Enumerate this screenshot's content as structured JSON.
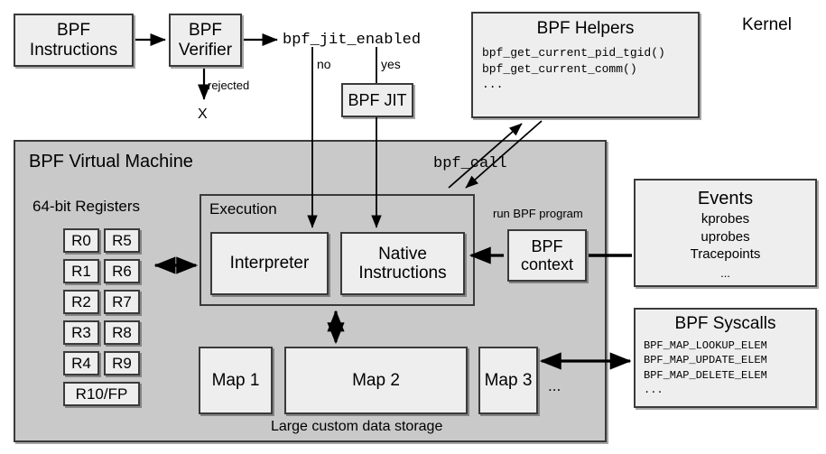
{
  "diagram": {
    "title_right": "Kernel",
    "nodes": {
      "bpf_instructions": "BPF\nInstructions",
      "bpf_verifier": "BPF\nVerifier",
      "bpf_jit_enabled": "bpf_jit_enabled",
      "bpf_jit": "BPF JIT",
      "rejected": "rejected",
      "rejected_mark": "X",
      "branch_no": "no",
      "branch_yes": "yes",
      "bpf_helpers_title": "BPF Helpers",
      "bpf_helpers_items": [
        "bpf_get_current_pid_tgid()",
        "bpf_get_current_comm()",
        "..."
      ],
      "vm_title": "BPF Virtual Machine",
      "registers_title": "64-bit Registers",
      "registers_col_left": [
        "R0",
        "R1",
        "R2",
        "R3",
        "R4"
      ],
      "registers_col_right": [
        "R5",
        "R6",
        "R7",
        "R8",
        "R9"
      ],
      "register_fp": "R10/FP",
      "execution_title": "Execution",
      "interpreter": "Interpreter",
      "native_instructions": "Native\nInstructions",
      "bpf_call": "bpf_call",
      "run_bpf_program": "run BPF program",
      "bpf_context": "BPF\ncontext",
      "events_title": "Events",
      "events_items": [
        "kprobes",
        "uprobes",
        "Tracepoints",
        "..."
      ],
      "syscalls_title": "BPF Syscalls",
      "syscalls_items": [
        "BPF_MAP_LOOKUP_ELEM",
        "BPF_MAP_UPDATE_ELEM",
        "BPF_MAP_DELETE_ELEM",
        "..."
      ],
      "map1": "Map 1",
      "map2": "Map 2",
      "map3": "Map 3",
      "maps_ellipsis": "...",
      "storage_caption": "Large custom data storage"
    },
    "colors": {
      "background": "#ffffff",
      "box_fill": "#eeeeee",
      "vm_fill": "#c9c9c9",
      "stroke": "#3a3a3a",
      "text": "#000000"
    }
  }
}
